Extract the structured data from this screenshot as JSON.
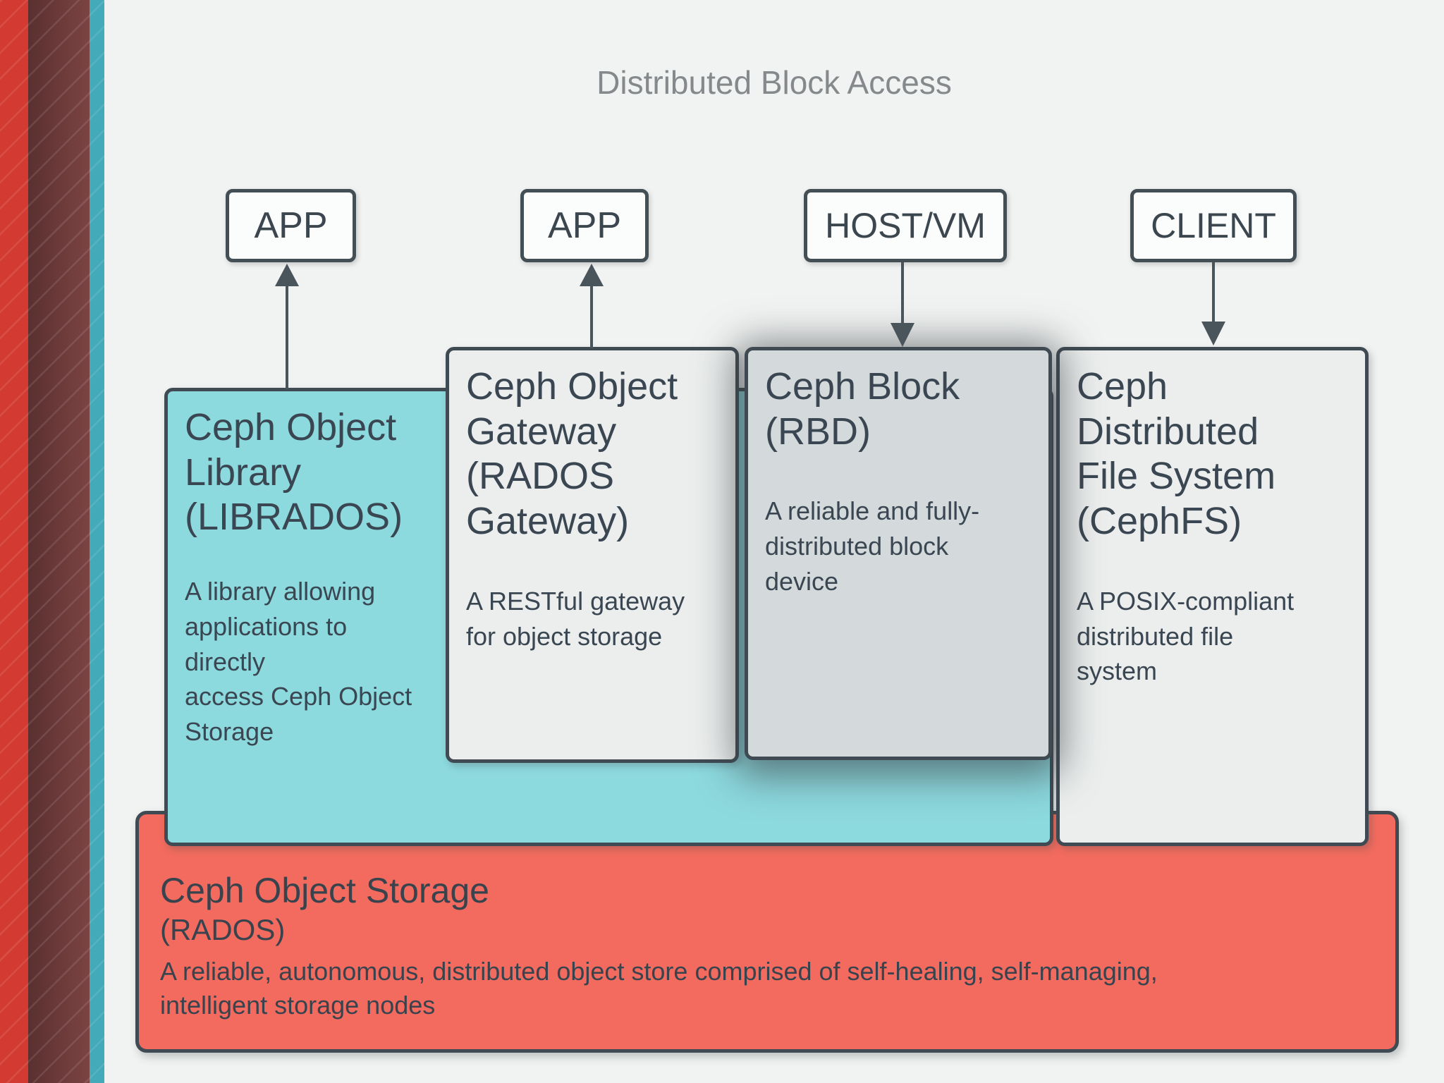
{
  "slide": {
    "title": "Distributed Block Access",
    "nodes": [
      {
        "id": "app1",
        "label": "APP"
      },
      {
        "id": "app2",
        "label": "APP"
      },
      {
        "id": "hostvm",
        "label": "HOST/VM"
      },
      {
        "id": "client",
        "label": "CLIENT"
      }
    ],
    "components": {
      "librados": {
        "title": "Ceph Object\nLibrary\n(LIBRADOS)",
        "description": "A library allowing\napplications to\ndirectly\naccess Ceph Object\nStorage"
      },
      "rgw": {
        "title": "Ceph Object\nGateway\n(RADOS\nGateway)",
        "description": "A RESTful gateway\nfor object storage"
      },
      "rbd": {
        "title": "Ceph Block\n(RBD)",
        "description": "A reliable and fully-\ndistributed block\ndevice"
      },
      "cephfs": {
        "title": "Ceph Distributed\nFile System\n(CephFS)",
        "description": "A POSIX-compliant\ndistributed file\nsystem"
      },
      "rados": {
        "title": "Ceph Object Storage",
        "subtitle": "(RADOS)",
        "description": "A reliable, autonomous, distributed object store comprised of self-healing, self-managing,\nintelligent storage nodes"
      }
    },
    "colors": {
      "background": "#f1f3f2",
      "title_gray": "#85898c",
      "border_dark": "#3f4a52",
      "text_dark": "#3a4651",
      "librados_cyan": "#8cd9de",
      "gateway_gray": "#ebeeed",
      "rbd_gray": "#d4dadb",
      "rados_red": "#f26b5e",
      "sidebar_red": "#d33a31",
      "sidebar_maroon": "#7c4343",
      "sidebar_teal": "#43aab9",
      "arrow_gray": "#49545b"
    }
  }
}
